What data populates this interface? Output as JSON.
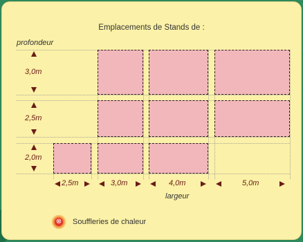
{
  "title": "Emplacements de Stands de :",
  "axis": {
    "vertical": "profondeur",
    "horizontal": "largeur"
  },
  "depths": [
    {
      "label": "3,0m"
    },
    {
      "label": "2,5m"
    },
    {
      "label": "2,0m"
    }
  ],
  "widths": [
    {
      "label": "2,5m"
    },
    {
      "label": "3,0m"
    },
    {
      "label": "4,0m"
    },
    {
      "label": "5,0m"
    }
  ],
  "legend": {
    "label": "Souffleries de chaleur",
    "icon": "heater-icon",
    "symbol": "⊗"
  },
  "colors": {
    "stand": "#f2b7bb",
    "arrow": "#6a1c16",
    "panel": "#fbf1a8"
  }
}
